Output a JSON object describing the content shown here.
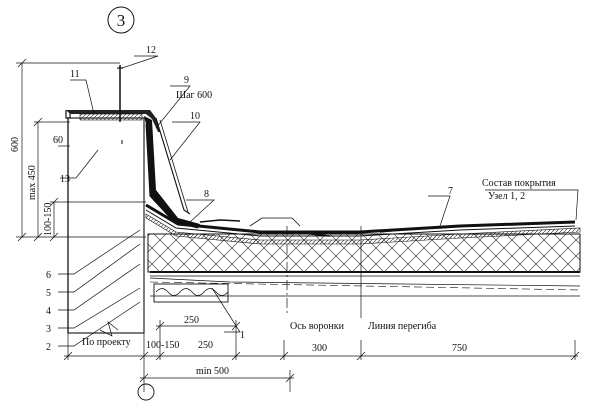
{
  "detail_number": "3",
  "callouts": [
    "1",
    "2",
    "3",
    "4",
    "5",
    "6",
    "7",
    "8",
    "9",
    "10",
    "11",
    "12",
    "13"
  ],
  "labels": {
    "step": "Шаг 600",
    "roof_composition": "Состав покрытия",
    "node": "Узел 1, 2",
    "funnel_axis": "Ось воронки",
    "bend_line": "Линия перегиба",
    "by_project": "По проекту"
  },
  "dimensions": {
    "parapet_height": "600",
    "max_height": "max 450",
    "min_height": "100-150",
    "overhang": "60",
    "bottom_250_a": "250",
    "bottom_100_150": "100-150",
    "bottom_250_b": "250",
    "bottom_300": "300",
    "bottom_750": "750",
    "min_500": "min 500"
  }
}
